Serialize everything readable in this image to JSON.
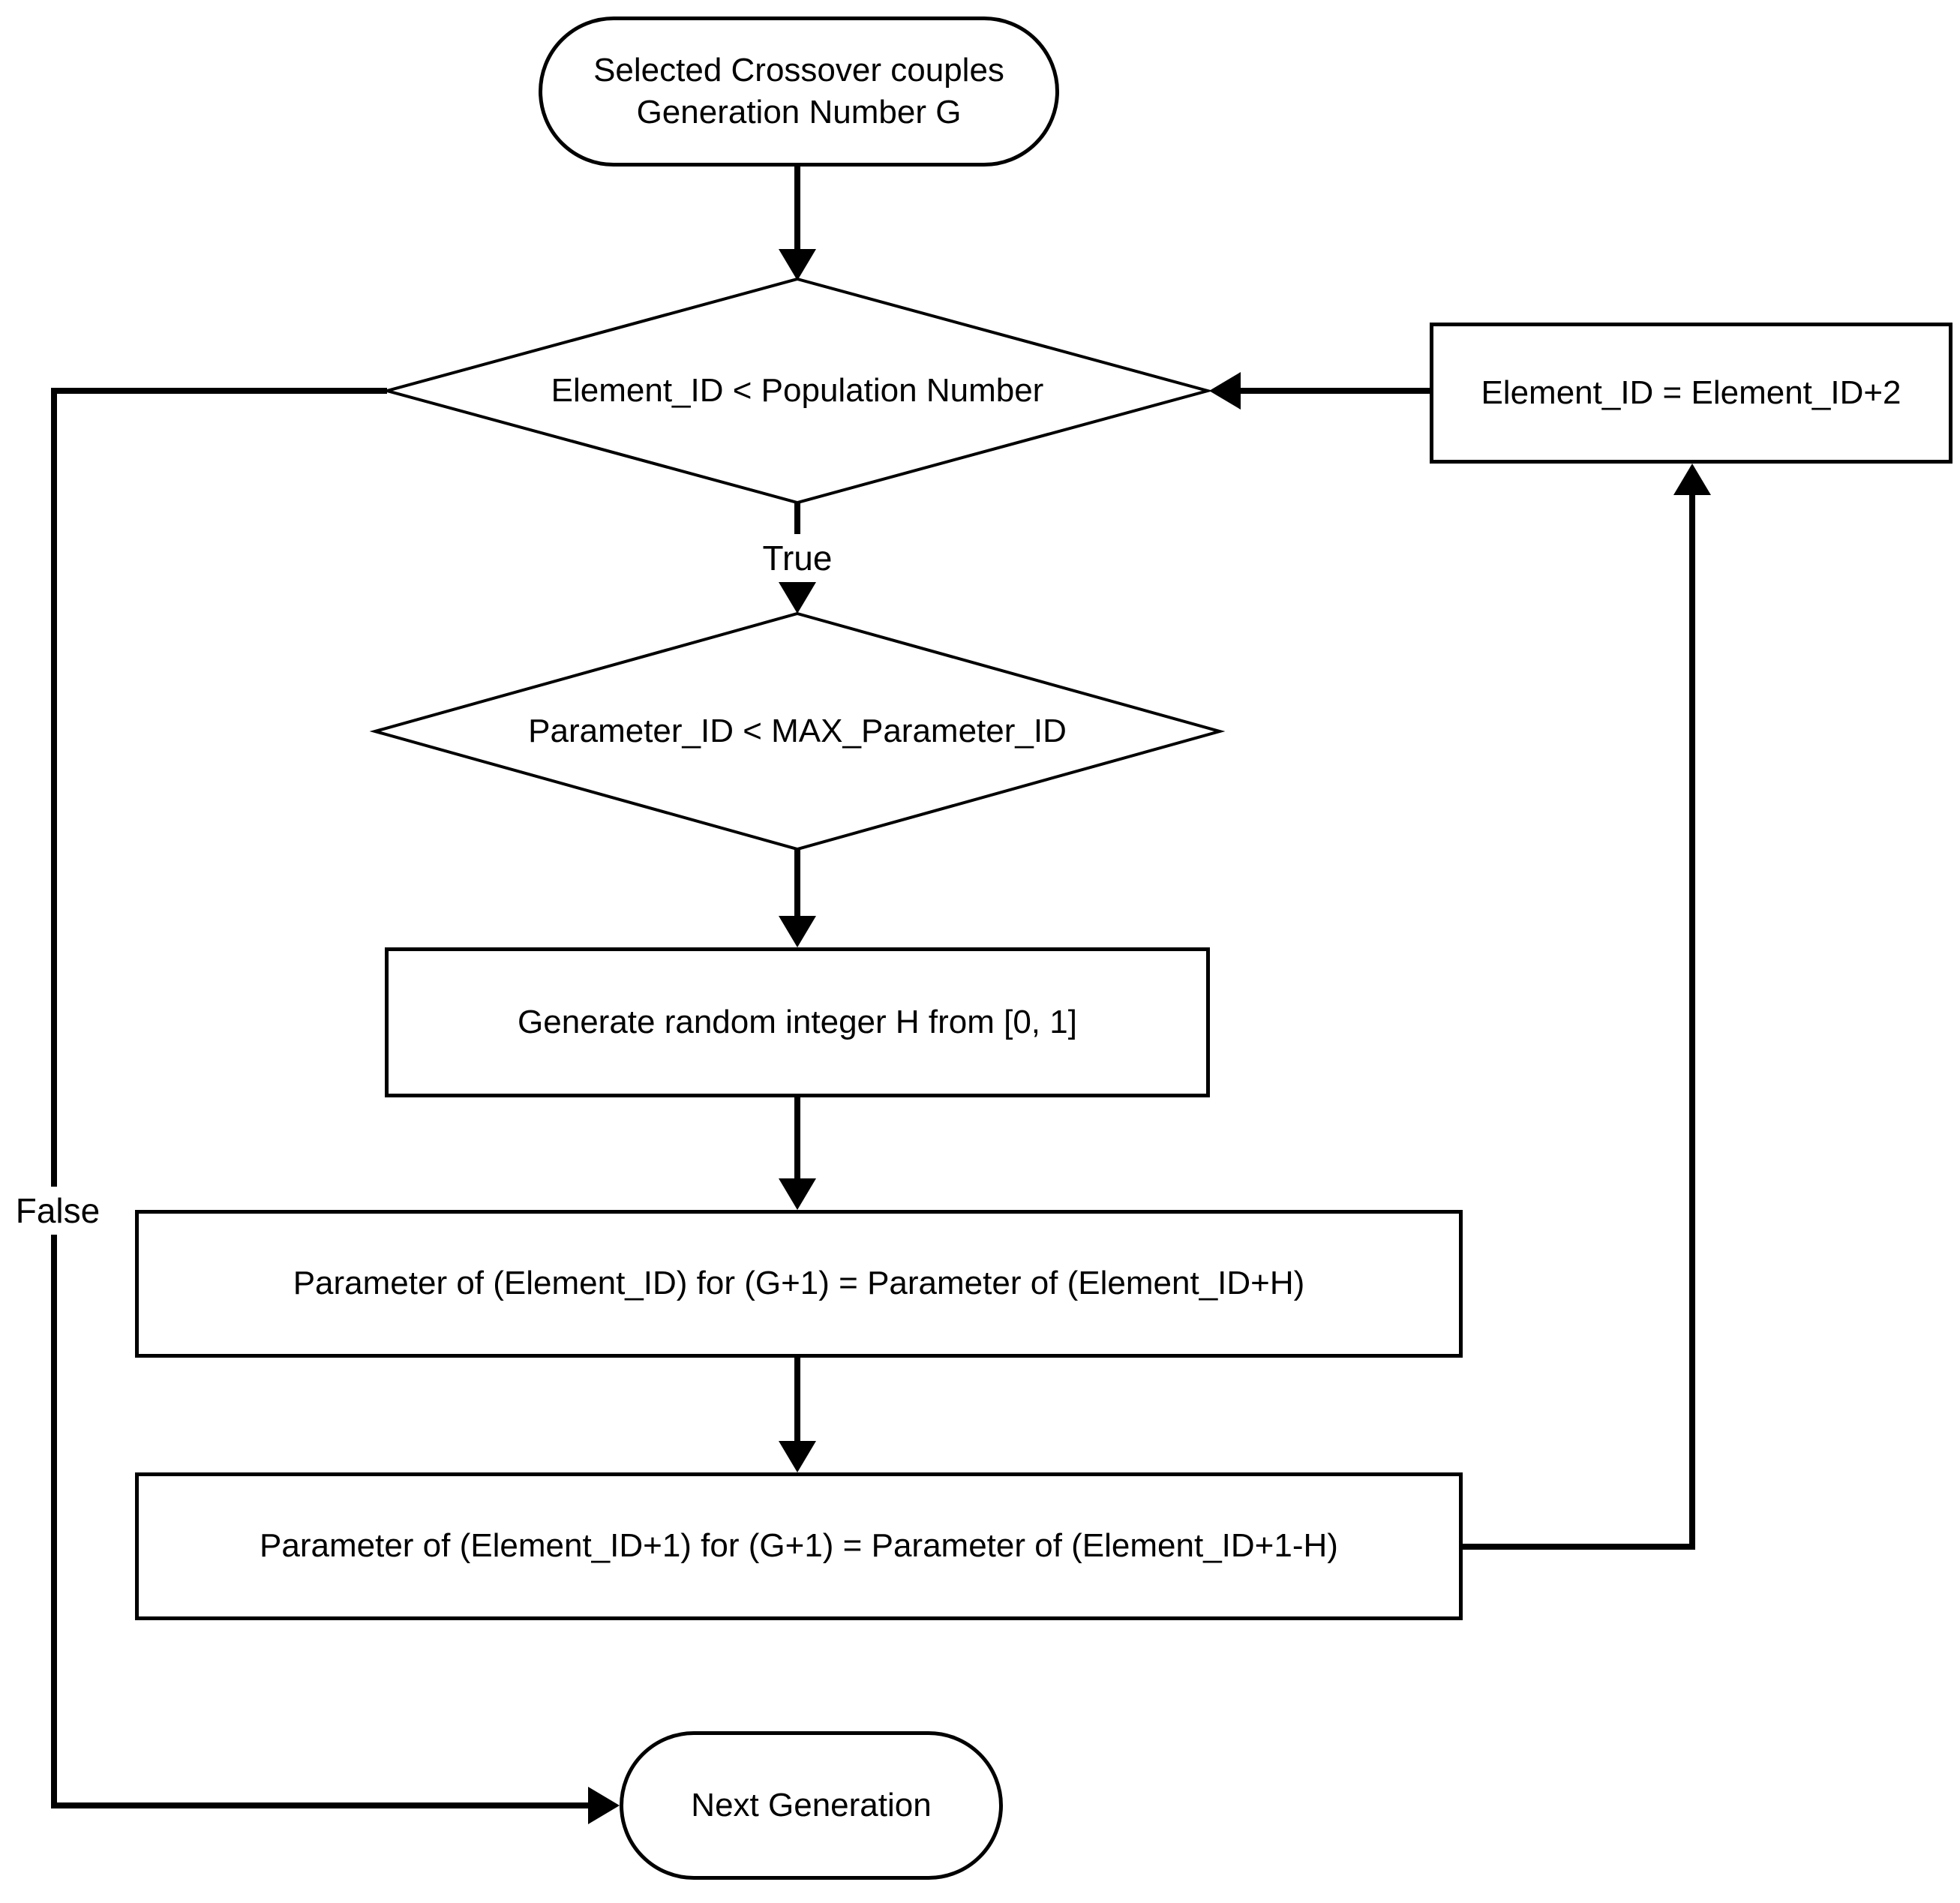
{
  "flowchart": {
    "start": {
      "line1": "Selected Crossover couples",
      "line2": "Generation Number G"
    },
    "decision_population": "Element_ID < Population Number",
    "decision_parameter": "Parameter_ID < MAX_Parameter_ID",
    "process_generate": "Generate random integer H from [0, 1]",
    "process_assign_first": "Parameter of (Element_ID) for (G+1) = Parameter of (Element_ID+H)",
    "process_assign_second": "Parameter of (Element_ID+1) for (G+1) = Parameter of (Element_ID+1-H)",
    "process_increment": "Element_ID = Element_ID+2",
    "end": "Next Generation",
    "label_true": "True",
    "label_false": "False",
    "colors": {
      "line": "#000000",
      "background": "#ffffff"
    }
  }
}
